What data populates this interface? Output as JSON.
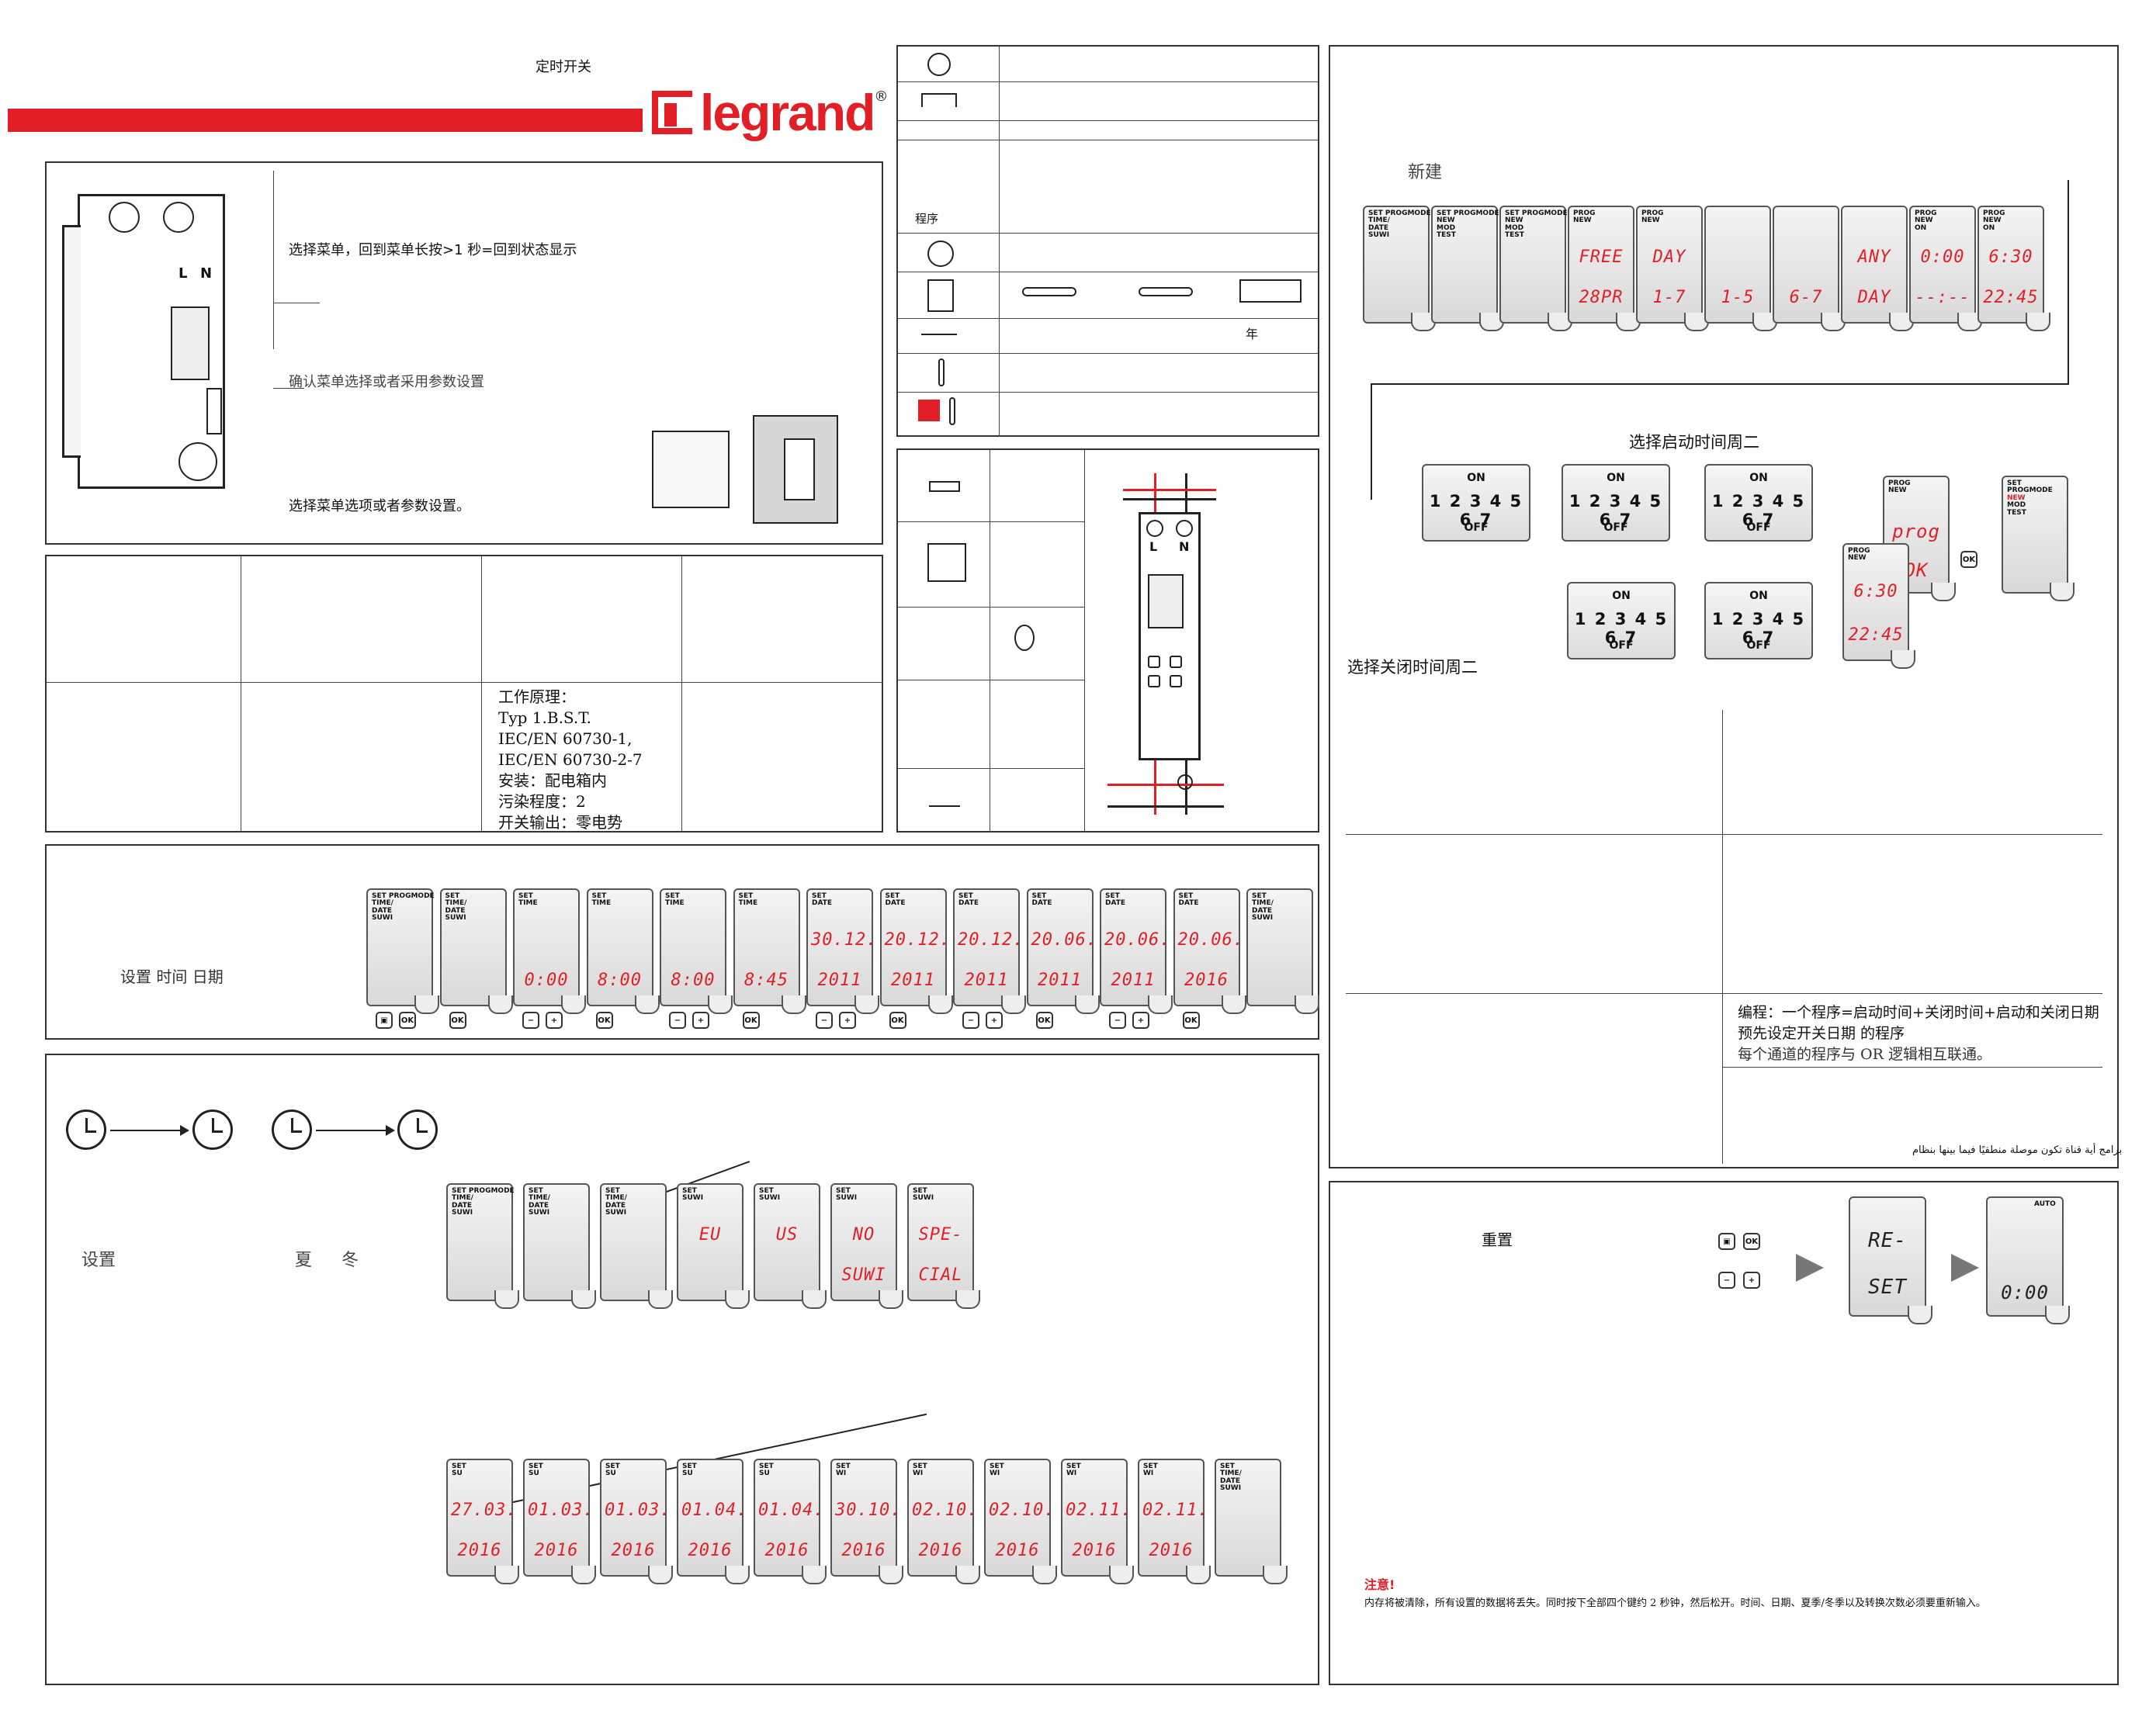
{
  "header": {
    "title": "定时开关",
    "brand": "legrand",
    "brand_mark": "®",
    "accent_color": "#e21f26"
  },
  "device_panel": {
    "desc_menu": "选择菜单，回到菜单长按>1 秒=回到状态显示",
    "desc_ok": "确认菜单选择或者采用参数设置",
    "desc_select": "选择菜单选项或者参数设置。",
    "terminal_l": "L",
    "terminal_n": "N"
  },
  "spec_table": {
    "lines": [
      "工作原理：",
      "Typ 1.B.S.T.",
      "IEC/EN 60730-1,",
      "IEC/EN 60730-2-7",
      "安装：配电箱内",
      "污染程度：2",
      "开关输出：零电势"
    ]
  },
  "symbol_table": {
    "program_label": "程序",
    "year_label": "年"
  },
  "wiring": {
    "l": "L",
    "n": "N"
  },
  "time_date": {
    "label": "设置 时间 日期",
    "screens": [
      {
        "tag": "SET PROGMODE\nTIME/\nDATE\nSUWI",
        "top": "",
        "bottom": ""
      },
      {
        "tag": "SET\nTIME/\nDATE\nSUWI",
        "top": "",
        "bottom": ""
      },
      {
        "tag": "SET\nTIME",
        "top": "",
        "bottom": "0:00"
      },
      {
        "tag": "SET\nTIME",
        "top": "",
        "bottom": "8:00"
      },
      {
        "tag": "SET\nTIME",
        "top": "",
        "bottom": "8:00"
      },
      {
        "tag": "SET\nTIME",
        "top": "",
        "bottom": "8:45"
      },
      {
        "tag": "SET\nDATE",
        "top": "30.12.",
        "bottom": "2011"
      },
      {
        "tag": "SET\nDATE",
        "top": "20.12.",
        "bottom": "2011"
      },
      {
        "tag": "SET\nDATE",
        "top": "20.12.",
        "bottom": "2011"
      },
      {
        "tag": "SET\nDATE",
        "top": "20.06.",
        "bottom": "2011"
      },
      {
        "tag": "SET\nDATE",
        "top": "20.06.",
        "bottom": "2011"
      },
      {
        "tag": "SET\nDATE",
        "top": "20.06.",
        "bottom": "2016"
      },
      {
        "tag": "SET\nTIME/\nDATE\nSUWI",
        "top": "",
        "bottom": ""
      }
    ],
    "keys": [
      "▣ OK",
      "OK",
      "− +",
      "OK",
      "− +",
      "OK",
      "− +",
      "OK",
      "− +",
      "OK",
      "− +",
      "OK"
    ]
  },
  "summer_winter": {
    "label_set": "设置",
    "label_summer": "夏",
    "label_winter": "冬",
    "row1": [
      {
        "tag": "SET PROGMODE\nTIME/\nDATE\nSUWI",
        "top": "",
        "bottom": ""
      },
      {
        "tag": "SET\nTIME/\nDATE\nSUWI",
        "top": "",
        "bottom": ""
      },
      {
        "tag": "SET\nTIME/\nDATE\nSUWI",
        "top": "",
        "bottom": ""
      },
      {
        "tag": "SET\nSUWI",
        "top": "EU",
        "bottom": ""
      },
      {
        "tag": "SET\nSUWI",
        "top": "US",
        "bottom": ""
      },
      {
        "tag": "SET\nSUWI",
        "top": "NO",
        "bottom": "SUWI"
      },
      {
        "tag": "SET\nSUWI",
        "top": "SPE-",
        "bottom": "CIAL"
      }
    ],
    "row2": [
      {
        "tag": "SET\nSU",
        "top": "27.03.",
        "bottom": "2016"
      },
      {
        "tag": "SET\nSU",
        "top": "01.03.",
        "bottom": "2016"
      },
      {
        "tag": "SET\nSU",
        "top": "01.03.",
        "bottom": "2016"
      },
      {
        "tag": "SET\nSU",
        "top": "01.04.",
        "bottom": "2016"
      },
      {
        "tag": "SET\nSU",
        "top": "01.04.",
        "bottom": "2016"
      },
      {
        "tag": "SET\nWI",
        "top": "30.10.",
        "bottom": "2016"
      },
      {
        "tag": "SET\nWI",
        "top": "02.10.",
        "bottom": "2016"
      },
      {
        "tag": "SET\nWI",
        "top": "02.10.",
        "bottom": "2016"
      },
      {
        "tag": "SET\nWI",
        "top": "02.11.",
        "bottom": "2016"
      },
      {
        "tag": "SET\nWI",
        "top": "02.11.",
        "bottom": "2016"
      },
      {
        "tag": "SET\nTIME/\nDATE\nSUWI",
        "top": "",
        "bottom": ""
      }
    ]
  },
  "program": {
    "new_label": "新建",
    "screens": [
      {
        "tag": "SET PROGMODE\nTIME/\nDATE\nSUWI",
        "top": "",
        "bottom": ""
      },
      {
        "tag": "SET PROGMODE\nNEW\nMOD\nTEST",
        "top": "",
        "bottom": ""
      },
      {
        "tag": "SET PROGMODE\nNEW\nMOD\nTEST",
        "top": "",
        "bottom": ""
      },
      {
        "tag": "PROG\nNEW",
        "top": "FREE",
        "bottom": "28PR"
      },
      {
        "tag": "PROG\nNEW",
        "top": "DAY",
        "bottom": "1-7"
      },
      {
        "tag": "",
        "top": "",
        "bottom": "1-5"
      },
      {
        "tag": "",
        "top": "",
        "bottom": "6-7"
      },
      {
        "tag": "",
        "top": "ANY",
        "bottom": "DAY"
      },
      {
        "tag": "PROG\nNEW\nON",
        "top": "0:00",
        "bottom": "--:--"
      },
      {
        "tag": "PROG\nNEW\nON",
        "top": "6:30",
        "bottom": "22:45"
      }
    ],
    "select_on": "选择启动时间周二",
    "select_off": "选择关闭时间周二",
    "on": "ON",
    "off": "OFF",
    "days": "1 2 3 4 5 6 7",
    "prog_text": "prog",
    "ok_text": "OK",
    "final_on": "6:30",
    "final_off": "22:45",
    "notes": [
      "编程：一个程序=启动时间+关闭时间+启动和关闭日期",
      "预先设定开关日期 的程序",
      "每个通道的程序与 OR 逻辑相互联通。"
    ],
    "arabic_note": "برامج أية قناة تكون موصلة منطقيًا فيما بينها بنظام"
  },
  "reset": {
    "label": "重置",
    "lcd_top": "RE-",
    "lcd_bottom": "SET",
    "auto": "AUTO",
    "final_time": "0:00",
    "note_title": "注意!",
    "note_body": "内存将被清除，所有设置的数据将丢失。同时按下全部四个键约 2 秒钟，然后松开。时间、日期、夏季/冬季以及转换次数必须要重新输入。"
  }
}
